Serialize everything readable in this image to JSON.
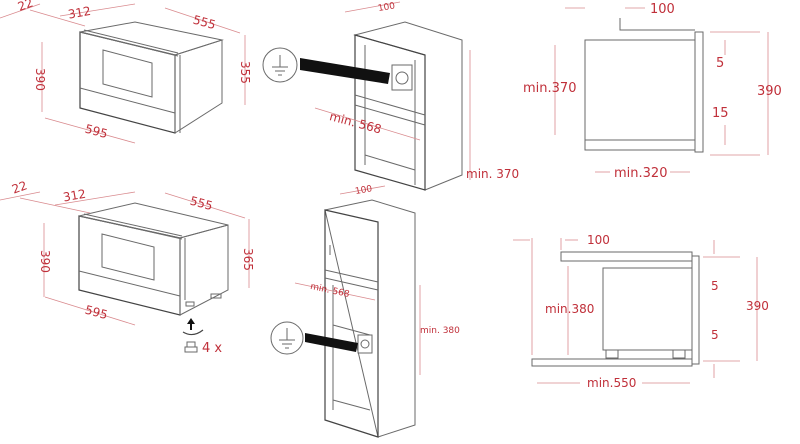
{
  "colors": {
    "dimension": "#c0303a",
    "line": "#6a6a6a"
  },
  "top_left_oven": {
    "d22": "22",
    "d312": "312",
    "d555": "555",
    "d390": "390",
    "d355": "355",
    "d595": "595"
  },
  "bottom_left_oven": {
    "d22": "22",
    "d312": "312",
    "d555": "555",
    "d390": "390",
    "d365": "365",
    "d595": "595",
    "feet_count": "4 x"
  },
  "top_cabinet": {
    "d100": "100",
    "depth": "min. 568",
    "height": "min. 370"
  },
  "bottom_cabinet": {
    "d100": "100",
    "depth": "min. 568",
    "height": "min. 380"
  },
  "top_right_section": {
    "d100": "100",
    "height": "min.370",
    "gap_top": "5",
    "gap_bottom": "15",
    "d390": "390",
    "width": "min.320"
  },
  "bottom_right_section": {
    "d100": "100",
    "height": "min.380",
    "gap_top": "5",
    "gap_bottom": "5",
    "d390": "390",
    "width": "min.550"
  }
}
